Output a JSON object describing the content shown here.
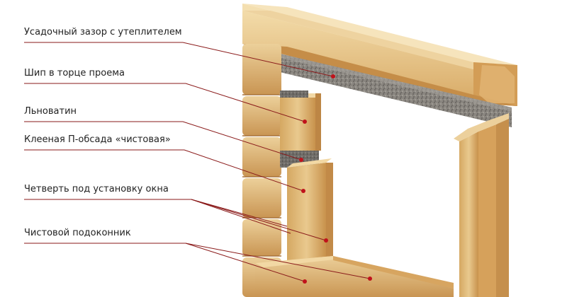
{
  "diagram": {
    "callouts": [
      {
        "id": "shrinkage-gap",
        "label": "Усадочный зазор с утеплителем"
      },
      {
        "id": "end-tenon",
        "label": "Шип в торце проема"
      },
      {
        "id": "flax-wool",
        "label": "Льноватин"
      },
      {
        "id": "glued-casing",
        "label": "Клееная П-обсада «чистовая»"
      },
      {
        "id": "window-rebate",
        "label": "Четверть под установку окна"
      },
      {
        "id": "finish-sill",
        "label": "Чистовой подоконник"
      }
    ],
    "colors": {
      "leader": "#8a1a1a",
      "marker": "#c0121b",
      "wood_light": "#e8c88e",
      "wood_mid": "#d9aa63",
      "wood_dark": "#b88441",
      "insulation": "#7b7873"
    }
  }
}
